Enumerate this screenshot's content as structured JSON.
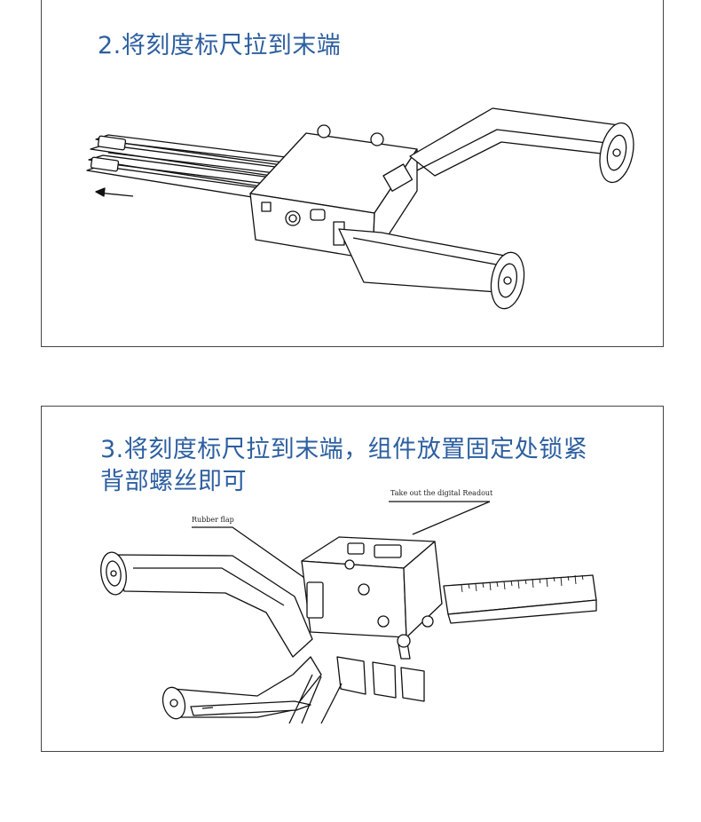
{
  "step2": {
    "title": "2.将刻度标尺拉到末端"
  },
  "step3": {
    "title_line1": "3.将刻度标尺拉到末端，组件放置固定处锁紧",
    "title_line2": "背部螺丝即可",
    "annotation_readout": "Take out the digital Readout",
    "annotation_flap": "Rubber flap"
  }
}
